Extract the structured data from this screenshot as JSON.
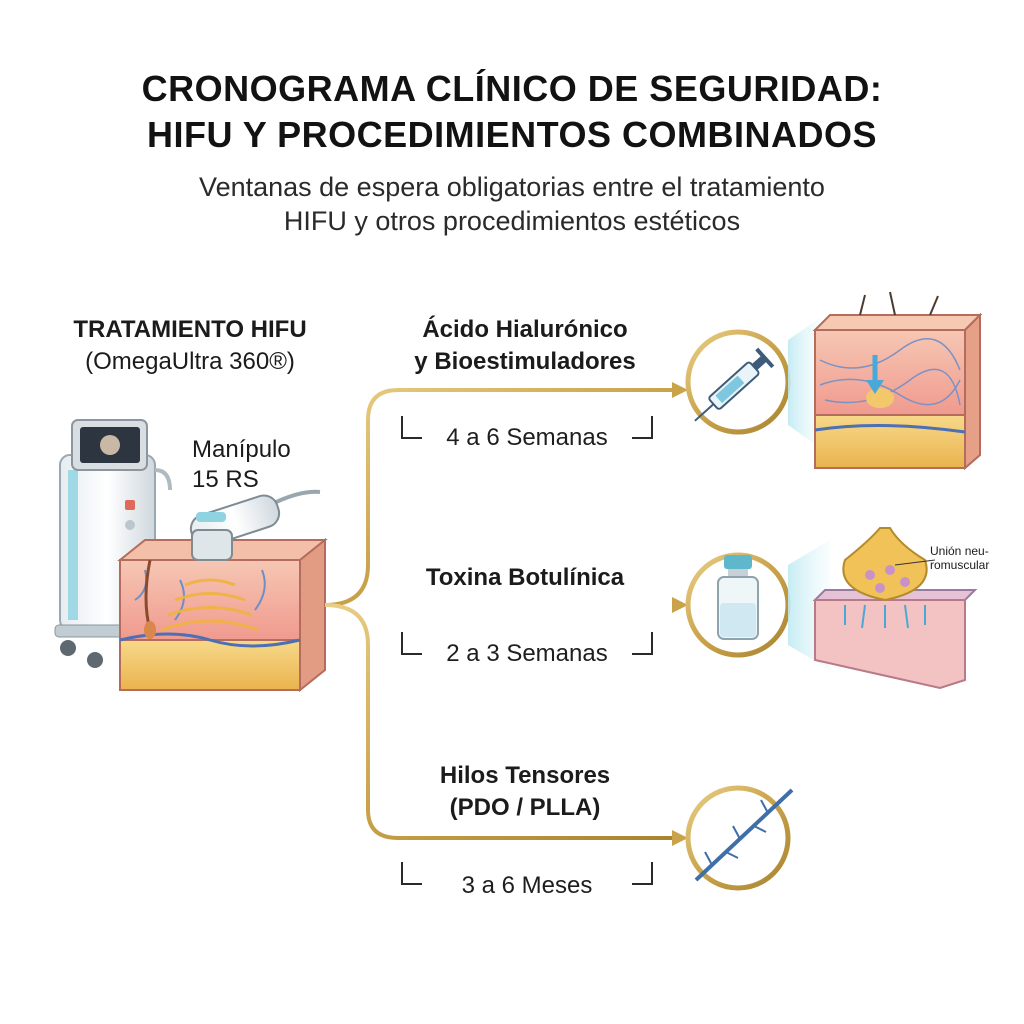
{
  "title": {
    "line1": "CRONOGRAMA CLÍNICO DE SEGURIDAD:",
    "line2": "HIFU Y PROCEDIMIENTOS COMBINADOS"
  },
  "subtitle": {
    "line1": "Ventanas de espera obligatorias entre el tratamiento",
    "line2": "HIFU y otros procedimientos estéticos"
  },
  "source": {
    "heading": "TRATAMIENTO HIFU",
    "device": "(OmegaUltra 360®)",
    "handpiece_line1": "Manípulo",
    "handpiece_line2": "15 RS"
  },
  "branches": [
    {
      "name_line1": "Ácido Hialurónico",
      "name_line2": "y Bioestimuladores",
      "wait": "4 a 6 Semanas",
      "icon": "syringe-icon"
    },
    {
      "name_line1": "Toxina Botulínica",
      "name_line2": "",
      "wait": "2 a 3 Semanas",
      "icon": "vial-icon",
      "annotation_line1": "Unión neu-",
      "annotation_line2": "romuscular"
    },
    {
      "name_line1": "Hilos Tensores",
      "name_line2": "(PDO / PLLA)",
      "wait": "3 a 6 Meses",
      "icon": "thread-icon"
    }
  ],
  "colors": {
    "gold": "#c9a24a",
    "skin_pink": "#f1a99c",
    "fat_yellow": "#f3c86a",
    "cyan_accent": "#7fd3e3"
  }
}
